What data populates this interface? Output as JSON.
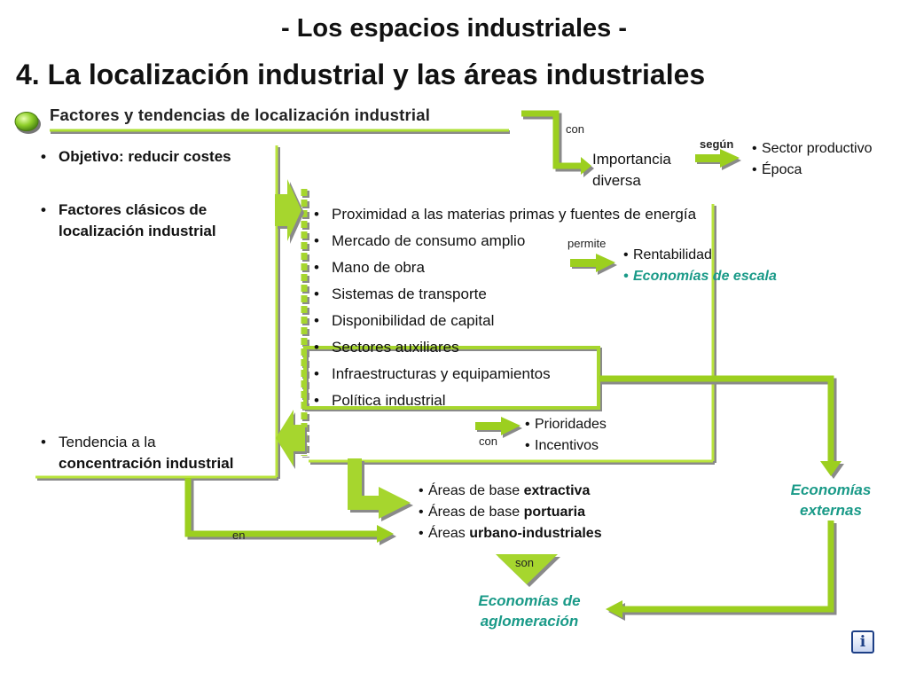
{
  "header": {
    "title": "- Los espacios industriales -",
    "subtitle": "4. La localización industrial y las áreas industriales"
  },
  "section_title": "Factores y tendencias de localización industrial",
  "left_column": {
    "objetivo": "Objetivo: reducir costes",
    "factores_line1": "Factores clásicos de",
    "factores_line2": "localización industrial",
    "tendencia_line1": "Tendencia a la",
    "tendencia_line2": "concentración industrial"
  },
  "factors_list": [
    "Proximidad a las materias primas y fuentes de energía",
    "Mercado de consumo amplio",
    "Mano de obra",
    "Sistemas de transporte",
    "Disponibilidad de capital",
    "Sectores auxiliares",
    "Infraestructuras y equipamientos",
    "Política industrial"
  ],
  "importancia": {
    "connector": "con",
    "line1": "Importancia",
    "line2": "diversa",
    "connector2": "según",
    "items": [
      "Sector productivo",
      "Época"
    ]
  },
  "rentabilidad": {
    "connector": "permite",
    "items": [
      "Rentabilidad",
      "Economías de escala"
    ]
  },
  "politica": {
    "connector": "con",
    "items": [
      "Prioridades",
      "Incentivos"
    ]
  },
  "economias_externas": {
    "line1": "Economías",
    "line2": "externas"
  },
  "areas": {
    "connector": "en",
    "items": [
      {
        "prefix": "Áreas de base ",
        "bold": "extractiva"
      },
      {
        "prefix": "Áreas de base ",
        "bold": "portuaria"
      },
      {
        "prefix": "Áreas ",
        "bold": "urbano-industriales"
      }
    ],
    "connector2": "son"
  },
  "aglomeracion": {
    "line1": "Economías de",
    "line2": "aglomeración"
  },
  "info_button": "i",
  "colors": {
    "arrow_green": "#9ccf1f",
    "arrow_light": "#c8ec4a",
    "arrow_shadow": "#8a8a8a",
    "teal": "#1a9a88",
    "bullet_green": "#78b61c"
  }
}
